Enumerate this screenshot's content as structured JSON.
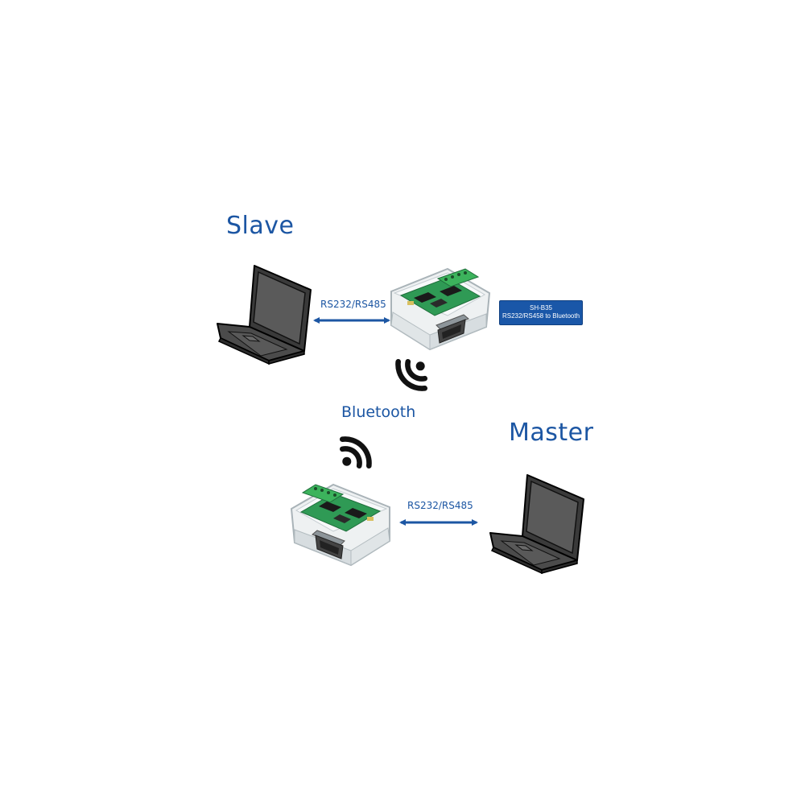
{
  "slave": {
    "label": "Slave",
    "link_label": "RS232/RS485"
  },
  "master": {
    "label": "Master",
    "link_label": "RS232/RS485"
  },
  "wireless": {
    "label": "Bluetooth"
  },
  "device_badge": {
    "model": "SH-B35",
    "description": "RS232/RS458 to Bluetooth"
  },
  "colors": {
    "accent": "#1c56a3",
    "badge_bg": "#1a57a8",
    "laptop_body": "#3d3d3d",
    "pcb_green": "#2f9a55"
  },
  "icons": {
    "laptop": "laptop-icon",
    "converter": "converter-module-icon",
    "wireless": "wifi-signal-icon",
    "arrow": "double-arrow-icon"
  }
}
